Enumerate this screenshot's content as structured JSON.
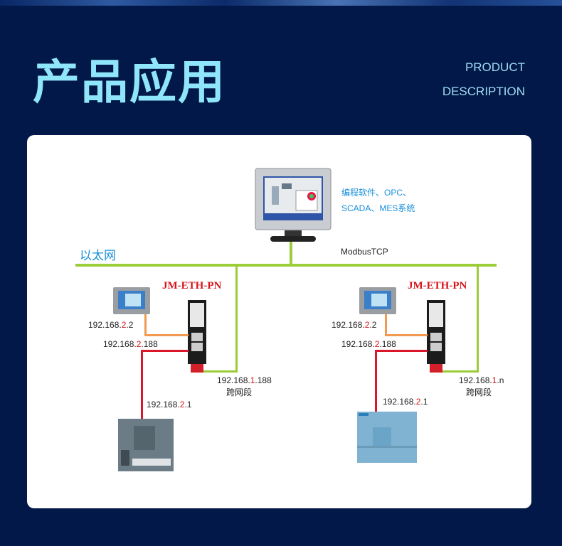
{
  "header": {
    "title": "产品应用",
    "subtitle_line1": "PRODUCT",
    "subtitle_line2": "DESCRIPTION"
  },
  "diagram": {
    "network_label": "以太网",
    "protocol_label": "ModbusTCP",
    "system_label_line1": "编程软件、OPC、",
    "system_label_line2": "SCADA、MES系统",
    "nodes": [
      {
        "model": "JM-ETH-PN",
        "hmi_ip": {
          "pre": "192.168.",
          "mid": "2",
          "post": ".2"
        },
        "gateway_lan_ip": {
          "pre": "192.168.",
          "mid": "2",
          "post": ".188"
        },
        "gateway_wan_ip": {
          "pre": "192.168.",
          "mid": "1",
          "post": ".188"
        },
        "cross_segment": "跨网段",
        "plc_ip": {
          "pre": "192.168.",
          "mid": "2",
          "post": ".1"
        }
      },
      {
        "model": "JM-ETH-PN",
        "hmi_ip": {
          "pre": "192.168.",
          "mid": "2",
          "post": ".2"
        },
        "gateway_lan_ip": {
          "pre": "192.168.",
          "mid": "2",
          "post": ".188"
        },
        "gateway_wan_ip": {
          "pre": "192.168.",
          "mid": "1",
          "post": ".n"
        },
        "cross_segment": "跨网段",
        "plc_ip": {
          "pre": "192.168.",
          "mid": "2",
          "post": ".1"
        }
      }
    ]
  },
  "colors": {
    "ethernet": "#9ccc38",
    "hmi_link": "#f29a52",
    "plc_link": "#d9162a",
    "accent": "#d8141b",
    "title": "#8fe6fb"
  }
}
